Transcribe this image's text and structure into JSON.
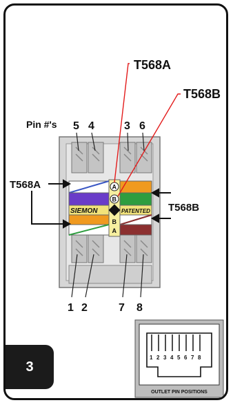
{
  "labels": {
    "t568a_top": "T568A",
    "t568b_top": "T568B",
    "pins_title": "Pin #'s",
    "t568a_side": "T568A",
    "t568b_side": "T568B",
    "siemon": "SIEMON",
    "patented": "PATENTED",
    "marker_a_top": "A",
    "marker_b_top": "B",
    "marker_b_bottom": "B",
    "marker_a_bottom": "A"
  },
  "top_pins": [
    "5",
    "4",
    "3",
    "6"
  ],
  "bottom_pins": [
    "1",
    "2",
    "7",
    "8"
  ],
  "outlet": {
    "pin_numbers": [
      "1",
      "2",
      "3",
      "4",
      "5",
      "6",
      "7",
      "8"
    ],
    "caption": "OUTLET PIN POSITIONS"
  },
  "step_badge": "3",
  "colors": {
    "callout_red": "#e31b1b",
    "blue": "#3a57c4",
    "green": "#2e9d3f",
    "orange": "#f09a1f",
    "brown": "#8b2f2f",
    "yellow_strip": "#f2e37a"
  }
}
